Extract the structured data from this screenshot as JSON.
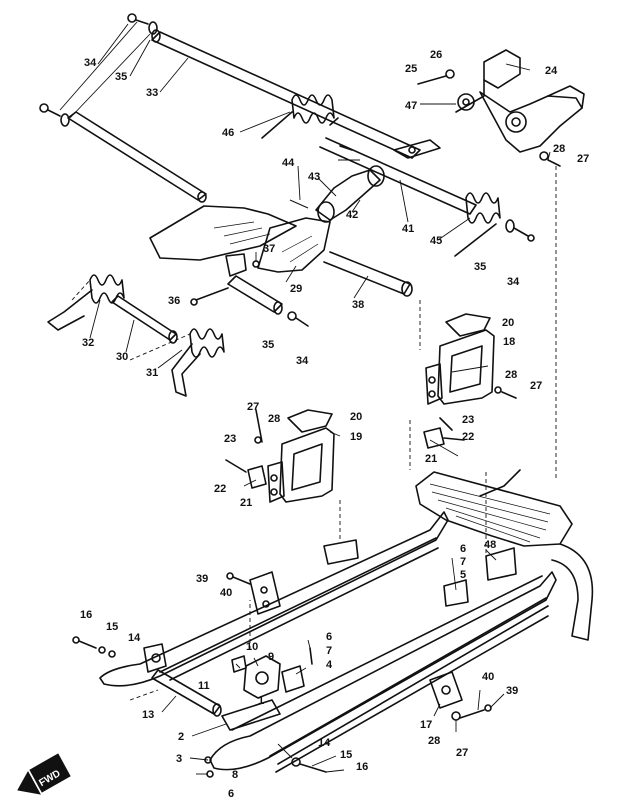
{
  "callouts": {
    "c34a": "34",
    "c35a": "35",
    "c33": "33",
    "c46": "46",
    "c25": "25",
    "c26": "26",
    "c24": "24",
    "c47": "47",
    "c28a": "28",
    "c27a": "27",
    "c44": "44",
    "c43": "43",
    "c42": "42",
    "c41": "41",
    "c45": "45",
    "c35b": "35",
    "c34b": "34",
    "c37": "37",
    "c29": "29",
    "c36a": "36",
    "c38": "38",
    "c35c": "35",
    "c34c": "34",
    "c32": "32",
    "c30": "30",
    "c31": "31",
    "c20a": "20",
    "c18": "18",
    "c28b": "28",
    "c27b": "27",
    "c23a": "23",
    "c22a": "22",
    "c21a": "21",
    "c27c": "27",
    "c28c": "28",
    "c20b": "20",
    "c19": "19",
    "c23b": "23",
    "c22b": "22",
    "c21b": "21",
    "c6a": "6",
    "c7a": "7",
    "c5": "5",
    "c48": "48",
    "c39a": "39",
    "c40a": "40",
    "c16a": "16",
    "c15a": "15",
    "c14a": "14",
    "c10": "10",
    "c9": "9",
    "c6b": "6",
    "c7b": "7",
    "c4": "4",
    "c11": "11",
    "c13": "13",
    "c2": "2",
    "c1": "1",
    "c3": "3",
    "c8": "8",
    "c6c": "6",
    "c14b": "14",
    "c15b": "15",
    "c16b": "16",
    "c40b": "40",
    "c39b": "39",
    "c17": "17",
    "c28d": "28",
    "c27d": "27"
  },
  "fwd_badge": "FWD"
}
